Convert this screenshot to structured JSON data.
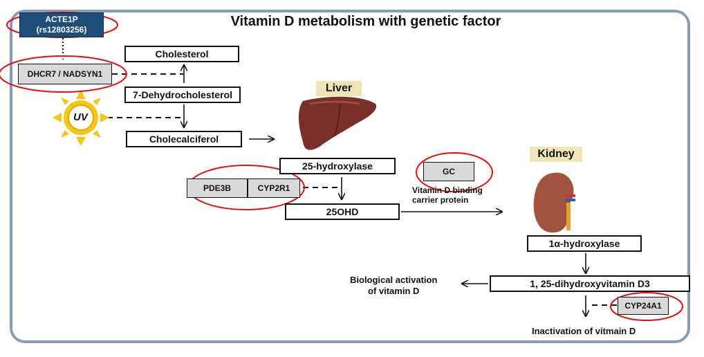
{
  "title": "Vitamin D metabolism with genetic factor",
  "genes": {
    "acte1p_line1": "ACTE1P",
    "acte1p_line2": "(rs12803256)",
    "dhcr7": "DHCR7 / NADSYN1",
    "pde3b": "PDE3B",
    "cyp2r1": "CYP2R1",
    "gc": "GC",
    "cyp24a1": "CYP24A1"
  },
  "pathway": {
    "cholesterol": "Cholesterol",
    "dehydrocholesterol": "7-Dehydrocholesterol",
    "cholecalciferol": "Cholecalciferol",
    "hydroxylase25": "25-hydroxylase",
    "ohd25": "25OHD",
    "hydroxylase1a": "1α-hydroxylase",
    "dihydroxyvitamin": "1, 25-dihydroxyvitamin D3"
  },
  "uv_label": "UV",
  "organs": {
    "liver": "Liver",
    "kidney": "Kidney"
  },
  "notes": {
    "carrier_line1": "Vitamin D binding",
    "carrier_line2": "carrier protein",
    "activation_line1": "Biological activation",
    "activation_line2": "of vitamin D",
    "inactivation": "Inactivation of vitmain D"
  },
  "colors": {
    "highlight_circle": "#e01010",
    "acte1p_fill": "#1f4e79",
    "frame": "#8a9bb8",
    "organ_label_bg": "#efe6b8",
    "sun": "#f5c518",
    "liver": "#7b2f2a",
    "kidney": "#a0533f"
  }
}
